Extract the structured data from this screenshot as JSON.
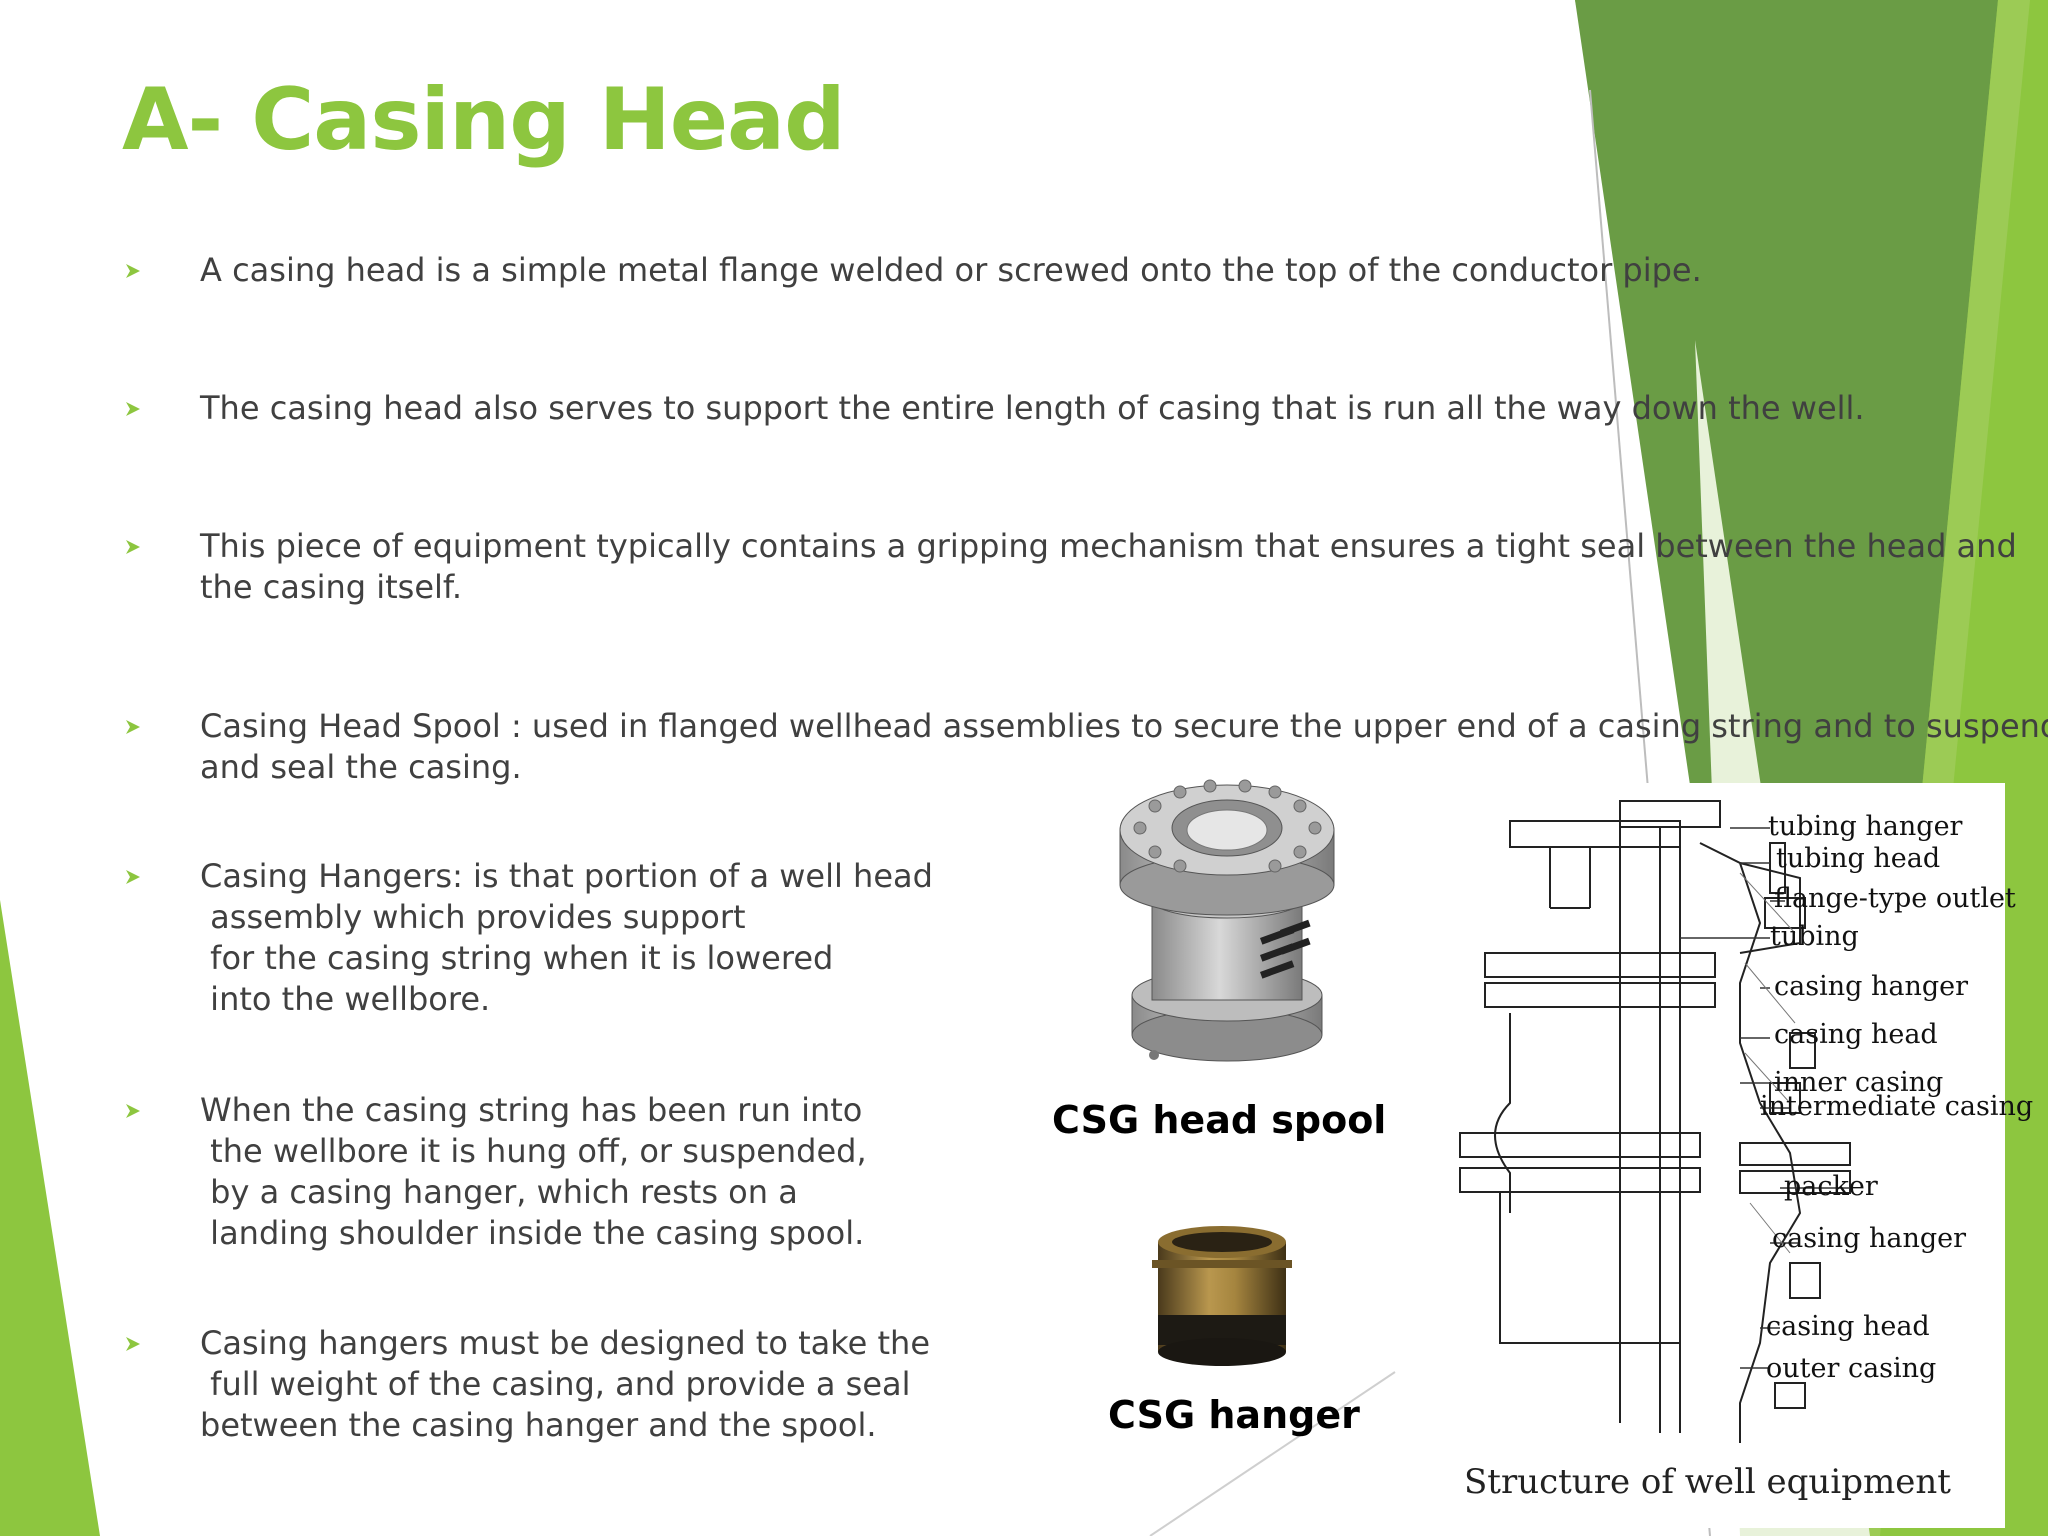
{
  "slide": {
    "title": "A- Casing Head",
    "bullets": [
      {
        "text": "A casing head is a simple metal flange welded or screwed onto the top of the conductor pipe."
      },
      {
        "text": "The casing head also serves to support the entire length of casing that is run all the way down the well."
      },
      {
        "text": "This piece of equipment typically contains a gripping mechanism that ensures a tight seal between the head and\nthe casing itself."
      },
      {
        "text": "Casing Head Spool : used in flanged wellhead assemblies to secure the upper end of a casing string and to suspend\nand seal the casing."
      },
      {
        "text": "Casing Hangers: is that portion of a well head\n assembly which provides support\n for the casing string when it is lowered\n into the wellbore."
      },
      {
        "text": "When the casing string has been run into\n the wellbore it is hung off, or suspended,\n by a casing hanger, which rests on a\n landing shoulder inside the casing spool."
      },
      {
        "text": "Casing hangers must be designed to take the\n full weight of the casing, and provide a seal\nbetween the casing hanger and the spool."
      }
    ],
    "images": {
      "spool_caption": "CSG head spool",
      "hanger_caption": "CSG hanger"
    },
    "diagram": {
      "caption": "Structure of well equipment",
      "labels": [
        "tubing hanger",
        "tubing head",
        "flange-type outlet",
        "tubing",
        "casing hanger",
        "casing head",
        "inner casing",
        "intermediate casing",
        "packer",
        "casing hanger",
        "casing head",
        "outer casing"
      ]
    }
  },
  "colors": {
    "title": "#8dc63f",
    "accent_light": "#8dc63f",
    "accent_dark": "#5e8f3a",
    "text": "#404040"
  }
}
